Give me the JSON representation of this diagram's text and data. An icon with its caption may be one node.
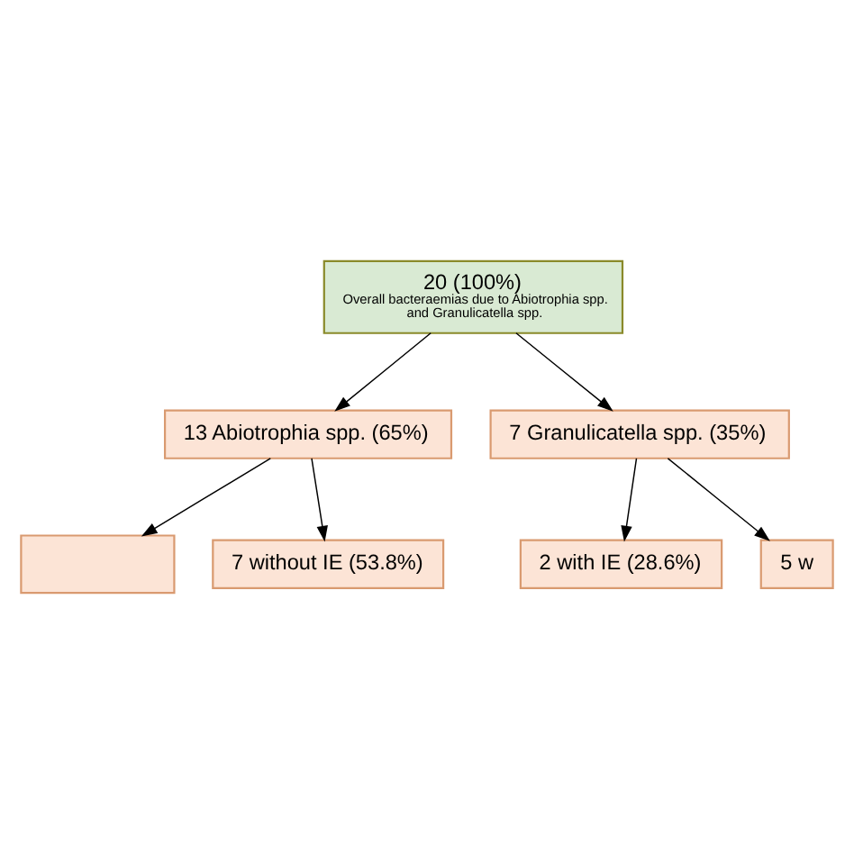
{
  "diagram": {
    "nodes": [
      {
        "text": [
          "20 (100%)",
          "Overall bacteraemias due to Abiotrophia spp. and Granulicatella spp."
        ]
      },
      {
        "text": [
          "13 Abiotrophia spp. (65%)"
        ]
      },
      {
        "text": [
          "7 Granulicatella spp. (35%)"
        ]
      },
      {
        "text": [],
        "shape": "box"
      },
      {
        "text": [
          "7 without IE (53.8%)"
        ]
      },
      {
        "text": [
          "2 with IE (28.6%)"
        ]
      },
      {
        "text": [
          "5 w"
        ]
      }
    ],
    "edges": [
      {
        "from": 0,
        "to": 1,
        "arrow": "to"
      },
      {
        "from": 0,
        "to": 2,
        "arrow": "to"
      },
      {
        "from": 1,
        "to": 3,
        "arrow": "to"
      },
      {
        "from": 1,
        "to": 4,
        "arrow": "to"
      },
      {
        "from": 2,
        "to": 5,
        "arrow": "to"
      },
      {
        "from": 2,
        "to": 6,
        "arrow": "to"
      }
    ]
  }
}
